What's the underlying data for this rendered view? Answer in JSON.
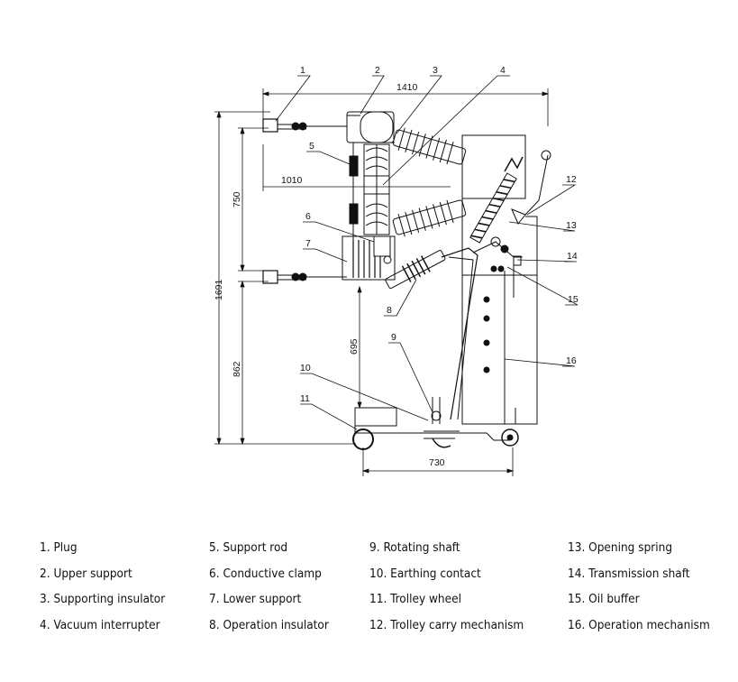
{
  "dimensions": {
    "width_top": "1410",
    "width_mid": "1010",
    "height_total": "1691",
    "height_upper": "750",
    "height_lower": "862",
    "height_support": "695",
    "wheel_base": "730"
  },
  "callouts": [
    "1",
    "2",
    "3",
    "4",
    "5",
    "6",
    "7",
    "8",
    "9",
    "10",
    "11",
    "12",
    "13",
    "14",
    "15",
    "16"
  ],
  "legend": [
    "1. Plug",
    "2. Upper support",
    "3. Supporting insulator",
    "4. Vacuum interrupter",
    "5. Support rod",
    "6. Conductive clamp",
    "7. Lower support",
    "8. Operation insulator",
    "9. Rotating shaft",
    "10. Earthing contact",
    "11. Trolley wheel",
    "12. Trolley carry mechanism",
    "13. Opening spring",
    "14. Transmission shaft",
    "15. Oil buffer",
    "16. Operation mechanism"
  ]
}
